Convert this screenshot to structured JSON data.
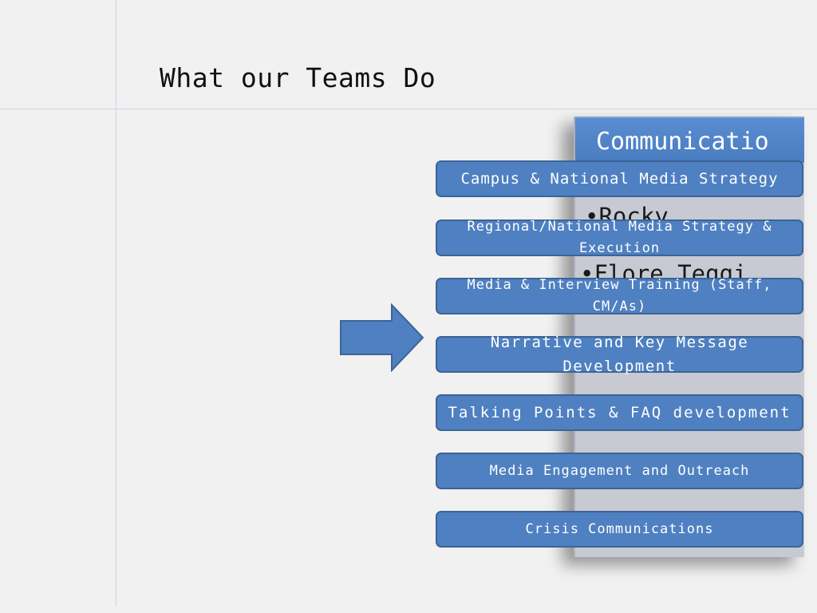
{
  "slide": {
    "title": "What our Teams Do",
    "panel": {
      "header": "Communicatio",
      "bullets": [
        "•Rocky",
        "•Flore Teggi"
      ]
    },
    "items": [
      "Campus & National Media Strategy",
      "Regional/National Media Strategy & Execution",
      "Media & Interview Training (Staff, CM/As)",
      "Narrative and Key Message Development",
      "Talking Points & FAQ development",
      "Media Engagement and Outreach",
      "Crisis Communications"
    ],
    "colors": {
      "background": "#f1f1f1",
      "item_fill": "#4f80c1",
      "item_border": "#3b6496",
      "panel_fill": "#c7cad3",
      "header_fill": "#4a7cc0",
      "guide_lines": "#c9d6e6"
    }
  }
}
